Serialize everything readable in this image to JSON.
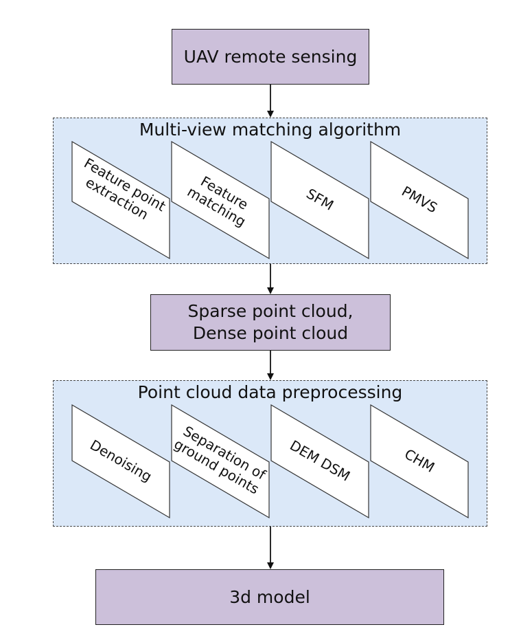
{
  "nodes": {
    "uav": "UAV remote sensing",
    "sparse": [
      "Sparse point cloud,",
      "Dense point cloud"
    ],
    "model": "3d model"
  },
  "groups": {
    "matching": {
      "title": "Multi-view matching algorithm",
      "steps": [
        [
          "Feature point",
          "extraction"
        ],
        [
          "Feature",
          "matching"
        ],
        [
          "SFM"
        ],
        [
          "PMVS"
        ]
      ]
    },
    "preprocessing": {
      "title": "Point cloud data preprocessing",
      "steps": [
        [
          "Denoising"
        ],
        [
          "Separation of",
          "ground points"
        ],
        [
          "DEM DSM"
        ],
        [
          "CHM"
        ]
      ]
    }
  },
  "colors": {
    "process_box": "#ccc0da",
    "group_background": "#dbe8f8",
    "step_fill": "#ffffff"
  }
}
